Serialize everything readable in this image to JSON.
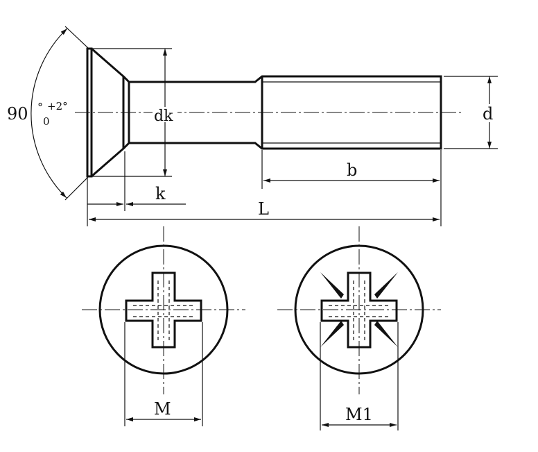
{
  "labels": {
    "angle_base": "90",
    "angle_deg": "°",
    "angle_upper_tol": "+2°",
    "angle_lower_tol": "0",
    "head_diameter": "dk",
    "thread_diameter": "d",
    "thread_length": "b",
    "head_height": "k",
    "total_length": "L",
    "recess_size_phillips": "M",
    "recess_size_pozi": "M1"
  },
  "colors": {
    "ink": "#111111",
    "background": "#ffffff"
  }
}
